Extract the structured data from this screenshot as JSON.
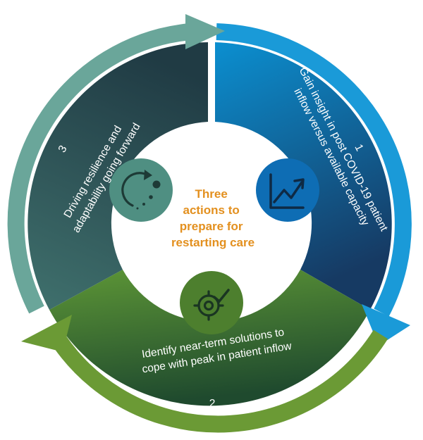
{
  "center": {
    "lines": [
      "Three",
      "actions to",
      "prepare for",
      "restarting care"
    ]
  },
  "actions": [
    {
      "number": "1",
      "lines": [
        "Gain insight in post COVID-19 patient",
        "inflow versus available capacity"
      ],
      "icon": "trend-chart-icon"
    },
    {
      "number": "2",
      "lines": [
        "Identify near-term solutions to",
        "cope with peak in patient inflow"
      ],
      "icon": "target-check-icon"
    },
    {
      "number": "3",
      "lines": [
        "Driving resilience and",
        "adaptability going forward"
      ],
      "icon": "cycle-dots-icon"
    }
  ],
  "colors": {
    "blue_light": "#0b8fd0",
    "blue_dark": "#163a63",
    "blue_arrow": "#1a9ad8",
    "green_light": "#5d9636",
    "green_dark": "#1f4a2e",
    "green_arrow": "#6b9a35",
    "teal_light": "#3e6e6b",
    "teal_dark": "#203b44",
    "teal_arrow": "#6aa69a",
    "center_text": "#e3901f"
  }
}
